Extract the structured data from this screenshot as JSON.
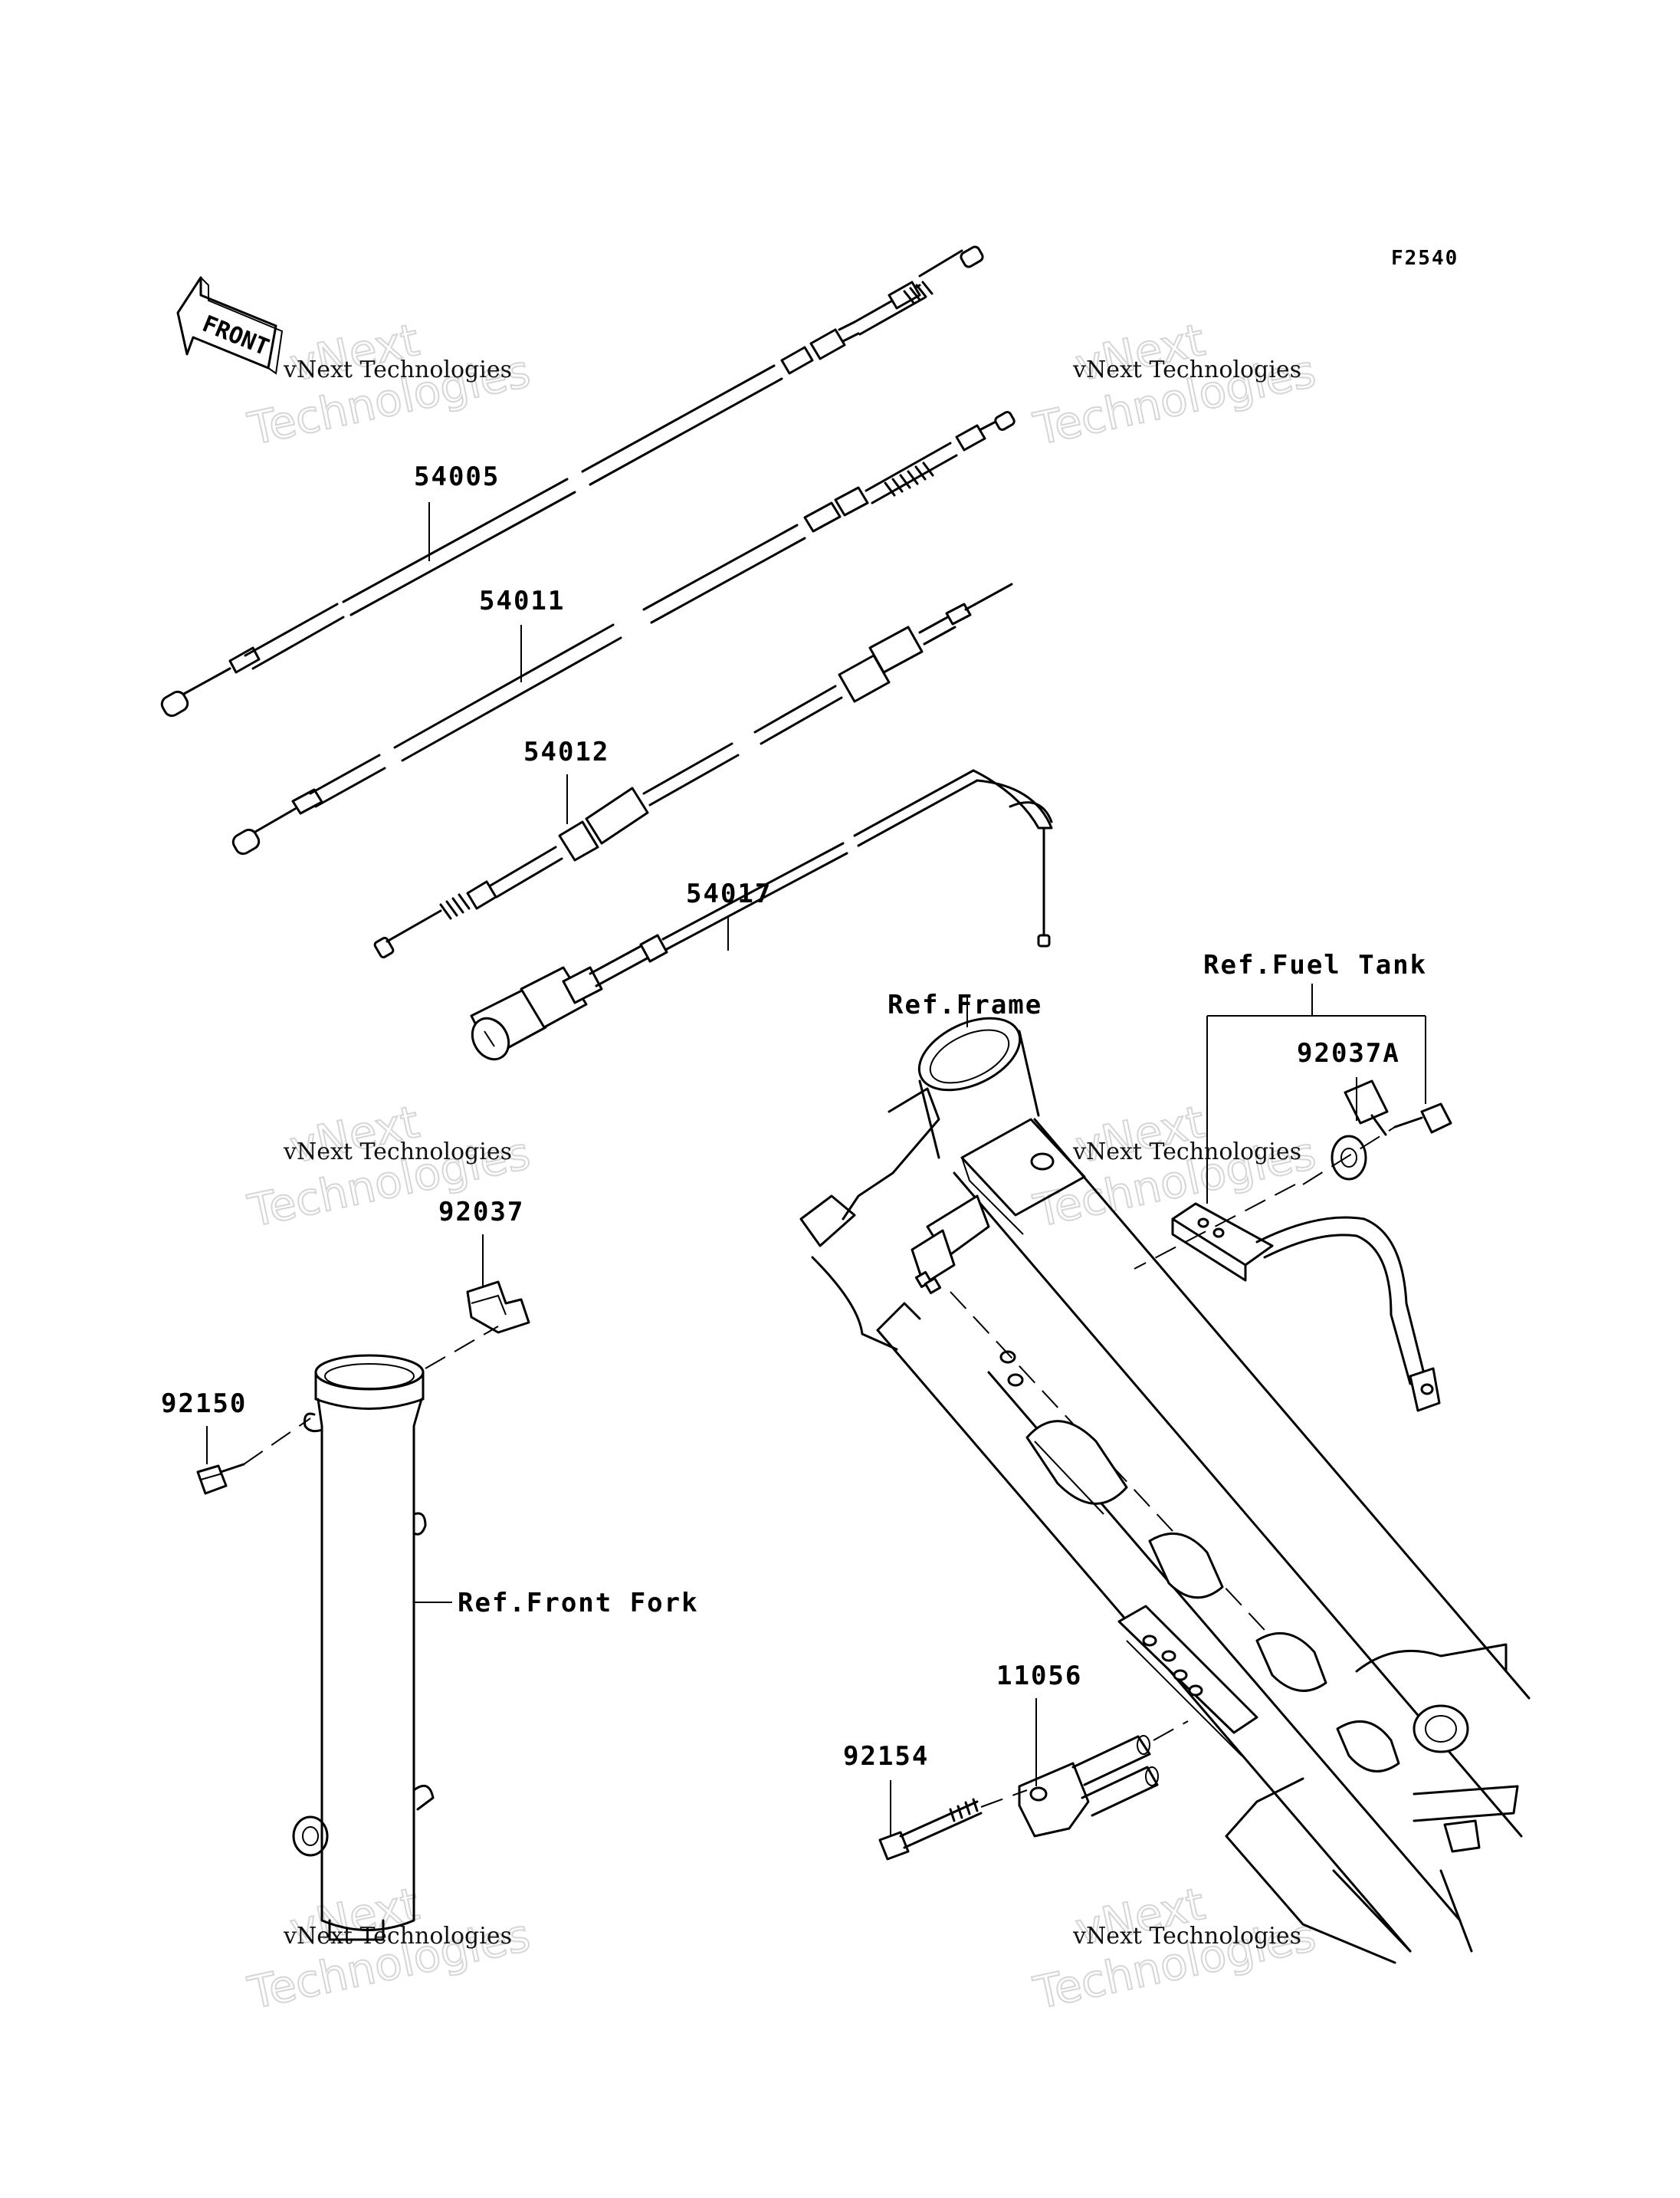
{
  "diagram_code": "F2540",
  "front_indicator": "FRONT",
  "watermark": {
    "line1": "vNext",
    "line2": "Technologies",
    "caption": "vNext Technologies"
  },
  "parts": [
    {
      "id": "54005",
      "label": "54005"
    },
    {
      "id": "54011",
      "label": "54011"
    },
    {
      "id": "54012",
      "label": "54012"
    },
    {
      "id": "54017",
      "label": "54017"
    },
    {
      "id": "92037",
      "label": "92037"
    },
    {
      "id": "92037A",
      "label": "92037A"
    },
    {
      "id": "92150",
      "label": "92150"
    },
    {
      "id": "11056",
      "label": "11056"
    },
    {
      "id": "92154",
      "label": "92154"
    }
  ],
  "references": {
    "frame": "Ref.Frame",
    "fuel_tank": "Ref.Fuel Tank",
    "front_fork": "Ref.Front Fork"
  }
}
